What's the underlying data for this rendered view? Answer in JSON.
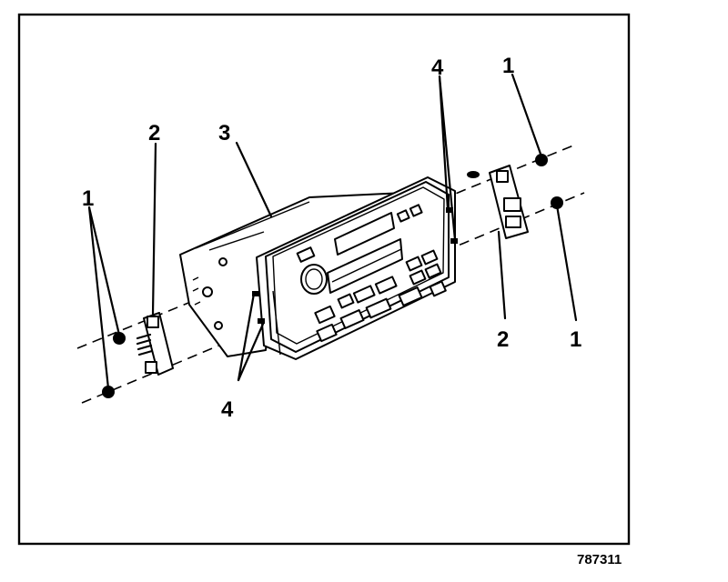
{
  "figure_id": "787311",
  "callouts": {
    "nut_left_top": "1",
    "nut_right_top": "1",
    "nut_right_bottom": "1",
    "bracket_left": "2",
    "bracket_right": "2",
    "radio": "3",
    "screws_top": "4",
    "screws_bottom": "4"
  },
  "colors": {
    "ink": "#000000",
    "paper": "#ffffff"
  }
}
